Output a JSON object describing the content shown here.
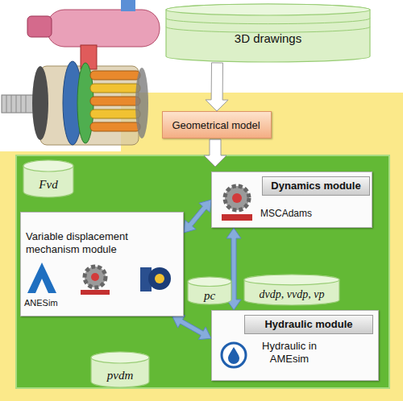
{
  "diagram": {
    "nodes": [
      {
        "text": [
          "3D drawings"
        ]
      },
      {
        "text": [
          "Geometrical model"
        ]
      },
      {
        "text": [
          "Fvd"
        ]
      },
      {
        "text": [
          "Dynamics module",
          "MSCAdams"
        ]
      },
      {
        "text": [
          "Variable displacement mechanism module",
          "ANESim"
        ]
      },
      {
        "text": [
          "pc"
        ]
      },
      {
        "text": [
          "dvdp, vvdp, vp"
        ]
      },
      {
        "text": [
          "Hydraulic module",
          "Hydraulic in AMEsim"
        ]
      },
      {
        "text": [
          "pvdm"
        ]
      }
    ],
    "edges": [
      {
        "from": 0,
        "to": 1,
        "arrow": "to"
      },
      {
        "from": 4,
        "to": 3,
        "arrow": "both"
      },
      {
        "from": 4,
        "to": 7,
        "arrow": "both"
      },
      {
        "from": 3,
        "to": 7,
        "arrow": "both"
      }
    ]
  }
}
